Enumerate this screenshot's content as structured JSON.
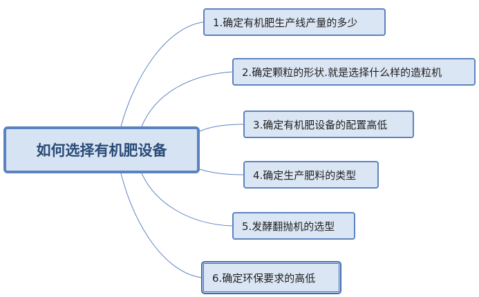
{
  "root": {
    "label": "如何选择有机肥设备"
  },
  "branches": [
    {
      "label": "1.确定有机肥生产线产量的多少"
    },
    {
      "label": "2.确定颗粒的形状.就是选择什么样的造粒机"
    },
    {
      "label": "3.确定有机肥设备的配置高低"
    },
    {
      "label": "4.确定生产肥料的类型"
    },
    {
      "label": "5.发酵翻抛机的选型"
    },
    {
      "label": "6.确定环保要求的高低",
      "selected": true
    }
  ],
  "colors": {
    "connector": "#5b82c0",
    "node_fill": "#dbe6f4",
    "root_fill": "#d6e3f3",
    "root_text": "#2a4a77"
  }
}
